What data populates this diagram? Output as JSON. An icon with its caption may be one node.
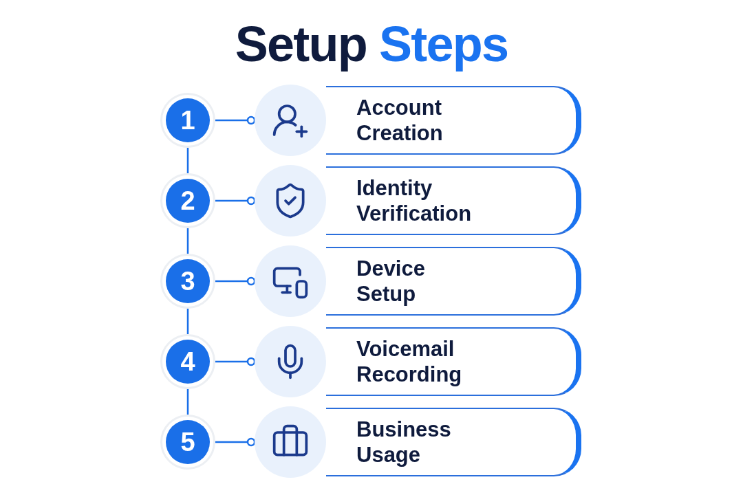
{
  "diagram": {
    "title": "Setup Steps",
    "nodes": [
      {
        "text": [
          "1"
        ]
      },
      {
        "text": [],
        "shape": "circle"
      },
      {
        "text": [
          "Account Creation"
        ]
      },
      {
        "text": [
          "2"
        ]
      },
      {
        "text": [],
        "shape": "circle"
      },
      {
        "text": [
          "Identity Verification"
        ]
      },
      {
        "text": [
          "3"
        ]
      },
      {
        "text": [],
        "shape": "circle"
      },
      {
        "text": [
          "Device Setup"
        ]
      },
      {
        "text": [
          "4"
        ]
      },
      {
        "text": [],
        "shape": "circle"
      },
      {
        "text": [
          "Voicemail Recording"
        ]
      },
      {
        "text": [
          "5"
        ]
      },
      {
        "text": [],
        "shape": "circle"
      },
      {
        "text": [
          "Business Usage"
        ]
      }
    ],
    "edges": [
      {
        "from": 0,
        "to": 1,
        "arrow": "other"
      },
      {
        "from": 3,
        "to": 4,
        "arrow": "other"
      },
      {
        "from": 6,
        "to": 7,
        "arrow": "other"
      },
      {
        "from": 9,
        "to": 10,
        "arrow": "other"
      },
      {
        "from": 12,
        "to": 13,
        "arrow": "other"
      },
      {
        "from": 0,
        "to": 3,
        "arrow": "none"
      },
      {
        "from": 3,
        "to": 6,
        "arrow": "none"
      },
      {
        "from": 6,
        "to": 9,
        "arrow": "none"
      },
      {
        "from": 9,
        "to": 12,
        "arrow": "none"
      }
    ]
  }
}
